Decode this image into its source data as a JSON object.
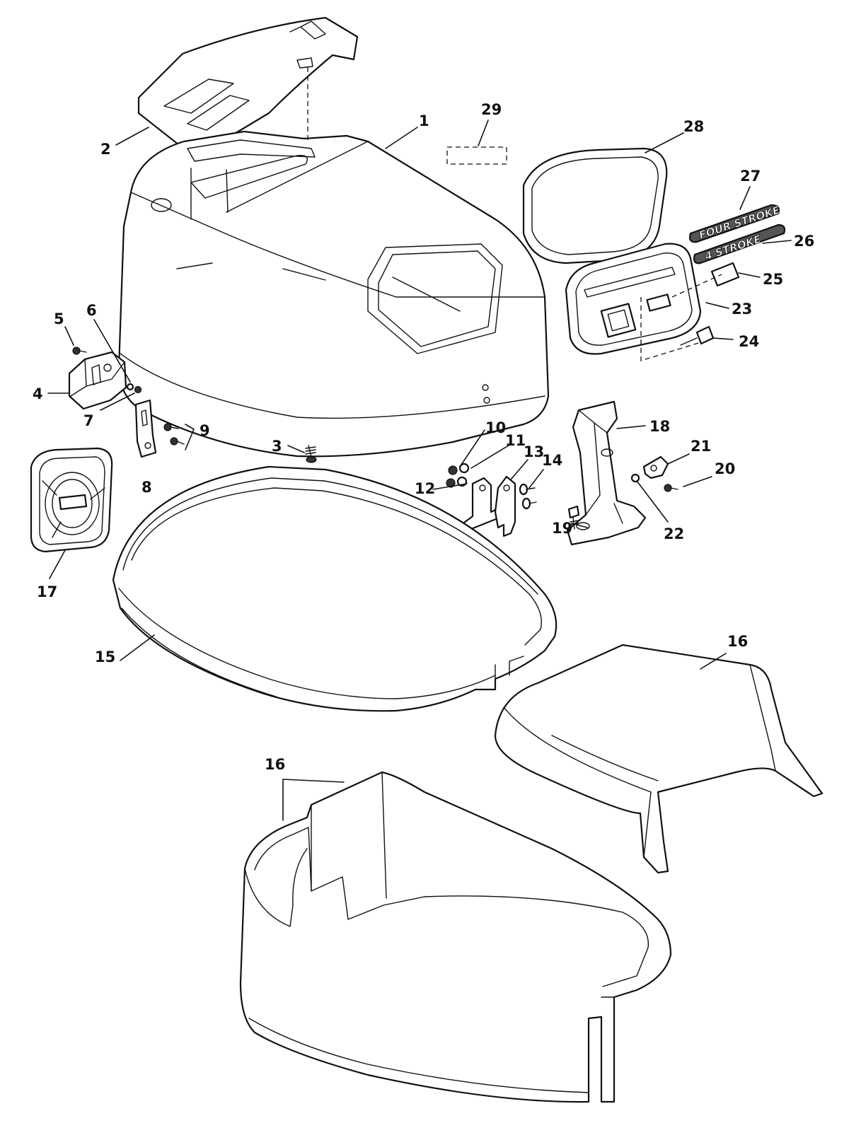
{
  "callouts": [
    "1",
    "2",
    "3",
    "4",
    "5",
    "6",
    "7",
    "8",
    "9",
    "10",
    "11",
    "12",
    "13",
    "14",
    "15",
    "16",
    "16",
    "17",
    "18",
    "19",
    "20",
    "21",
    "22",
    "23",
    "24",
    "25",
    "26",
    "27",
    "28",
    "29"
  ],
  "decals": {
    "four_stroke": "FOUR STROKE",
    "four_stroke_numeric": "4 STROKE"
  }
}
